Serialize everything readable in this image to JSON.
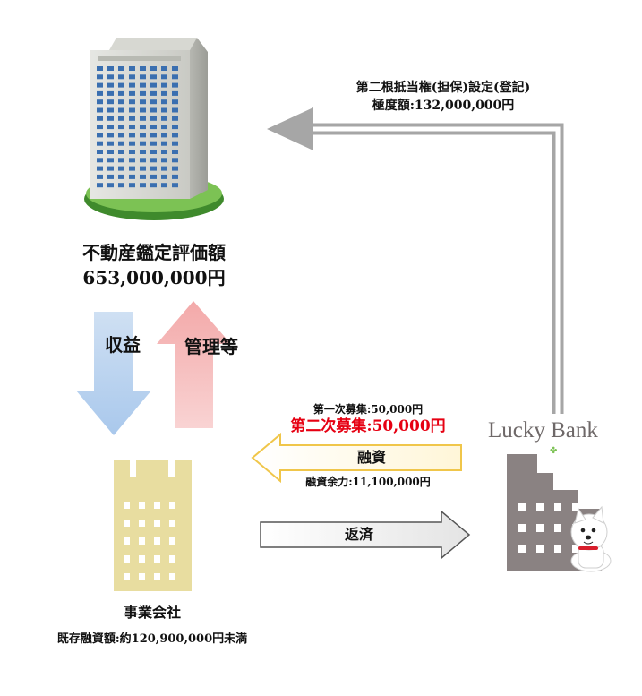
{
  "lien": {
    "line1": "第二根抵当権(担保)設定(登記)",
    "line2": "極度額:132,000,000円"
  },
  "property": {
    "label1": "不動産鑑定評価額",
    "label2": "653,000,000円"
  },
  "flows": {
    "income": "収益",
    "management": "管理等",
    "financing": "融資",
    "repayment": "返済"
  },
  "funding": {
    "first_round": "第一次募集:50,000円",
    "second_round": "第二次募集:50,000円",
    "remaining": "融資余力:11,100,000円"
  },
  "company": {
    "label": "事業会社",
    "existing_loans": "既存融資額:約120,900,000円未満"
  },
  "lender": {
    "name_part1": "Lucky",
    "name_part2": "Bank"
  },
  "colors": {
    "highlight_red": "#e60012",
    "income_arrow": "#b9d3ee",
    "management_arrow": "#f6b9b9",
    "company_building": "#e8dda0",
    "lender_building": "#8a8282",
    "financing_arrow_border": "#f0c64a"
  },
  "icons": {
    "property": "office-tower-icon",
    "company": "company-building-icon",
    "lender": "bank-building-icon",
    "mascot": "white-dog-mascot-icon"
  }
}
